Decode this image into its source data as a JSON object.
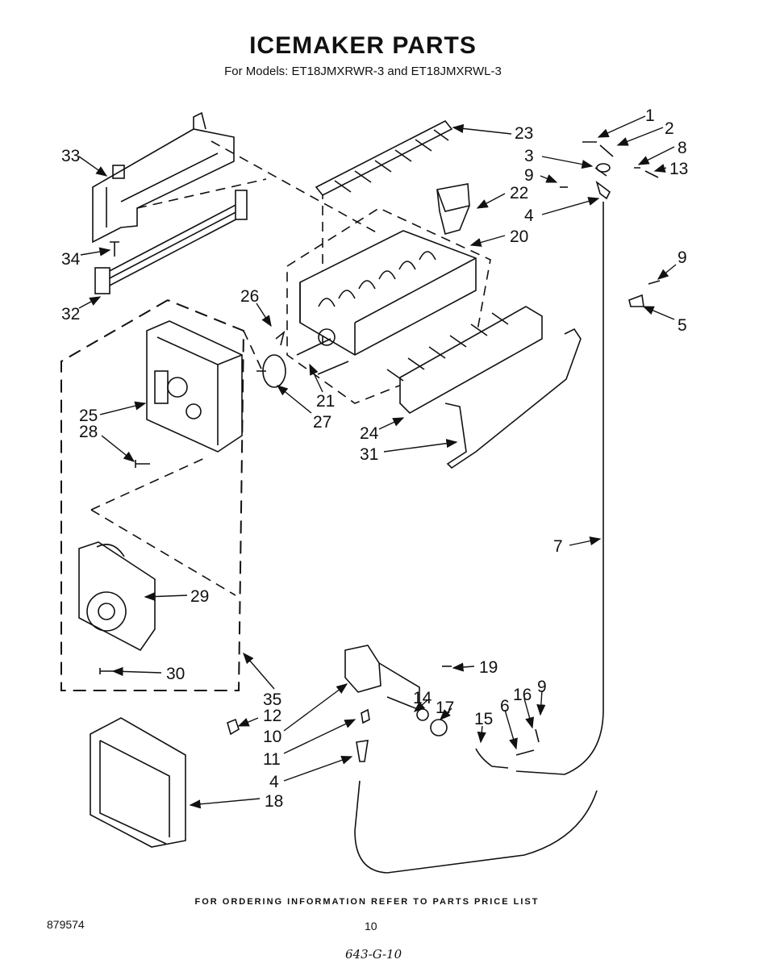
{
  "header": {
    "title": "ICEMAKER PARTS",
    "subtitle": "For Models: ET18JMXRWR-3  and ET18JMXRWL-3"
  },
  "callouts": [
    {
      "id": "c1",
      "label": "1"
    },
    {
      "id": "c2",
      "label": "2"
    },
    {
      "id": "c3",
      "label": "3"
    },
    {
      "id": "c8",
      "label": "8"
    },
    {
      "id": "c9a",
      "label": "9"
    },
    {
      "id": "c13",
      "label": "13"
    },
    {
      "id": "c4a",
      "label": "4"
    },
    {
      "id": "c23",
      "label": "23"
    },
    {
      "id": "c22",
      "label": "22"
    },
    {
      "id": "c20",
      "label": "20"
    },
    {
      "id": "c9b",
      "label": "9"
    },
    {
      "id": "c5",
      "label": "5"
    },
    {
      "id": "c33",
      "label": "33"
    },
    {
      "id": "c34",
      "label": "34"
    },
    {
      "id": "c32",
      "label": "32"
    },
    {
      "id": "c26",
      "label": "26"
    },
    {
      "id": "c25",
      "label": "25"
    },
    {
      "id": "c28",
      "label": "28"
    },
    {
      "id": "c21",
      "label": "21"
    },
    {
      "id": "c27",
      "label": "27"
    },
    {
      "id": "c24",
      "label": "24"
    },
    {
      "id": "c31",
      "label": "31"
    },
    {
      "id": "c7",
      "label": "7"
    },
    {
      "id": "c29",
      "label": "29"
    },
    {
      "id": "c30",
      "label": "30"
    },
    {
      "id": "c19",
      "label": "19"
    },
    {
      "id": "c35",
      "label": "35"
    },
    {
      "id": "c12",
      "label": "12"
    },
    {
      "id": "c14",
      "label": "14"
    },
    {
      "id": "c17",
      "label": "17"
    },
    {
      "id": "c15",
      "label": "15"
    },
    {
      "id": "c6",
      "label": "6"
    },
    {
      "id": "c16",
      "label": "16"
    },
    {
      "id": "c9c",
      "label": "9"
    },
    {
      "id": "c10",
      "label": "10"
    },
    {
      "id": "c11",
      "label": "11"
    },
    {
      "id": "c4b",
      "label": "4"
    },
    {
      "id": "c18",
      "label": "18"
    }
  ],
  "footer": {
    "ordering_note": "FOR ORDERING INFORMATION REFER TO PARTS PRICE LIST",
    "document_number": "879574",
    "page_number": "10",
    "handwritten_note": "643-G-10"
  }
}
